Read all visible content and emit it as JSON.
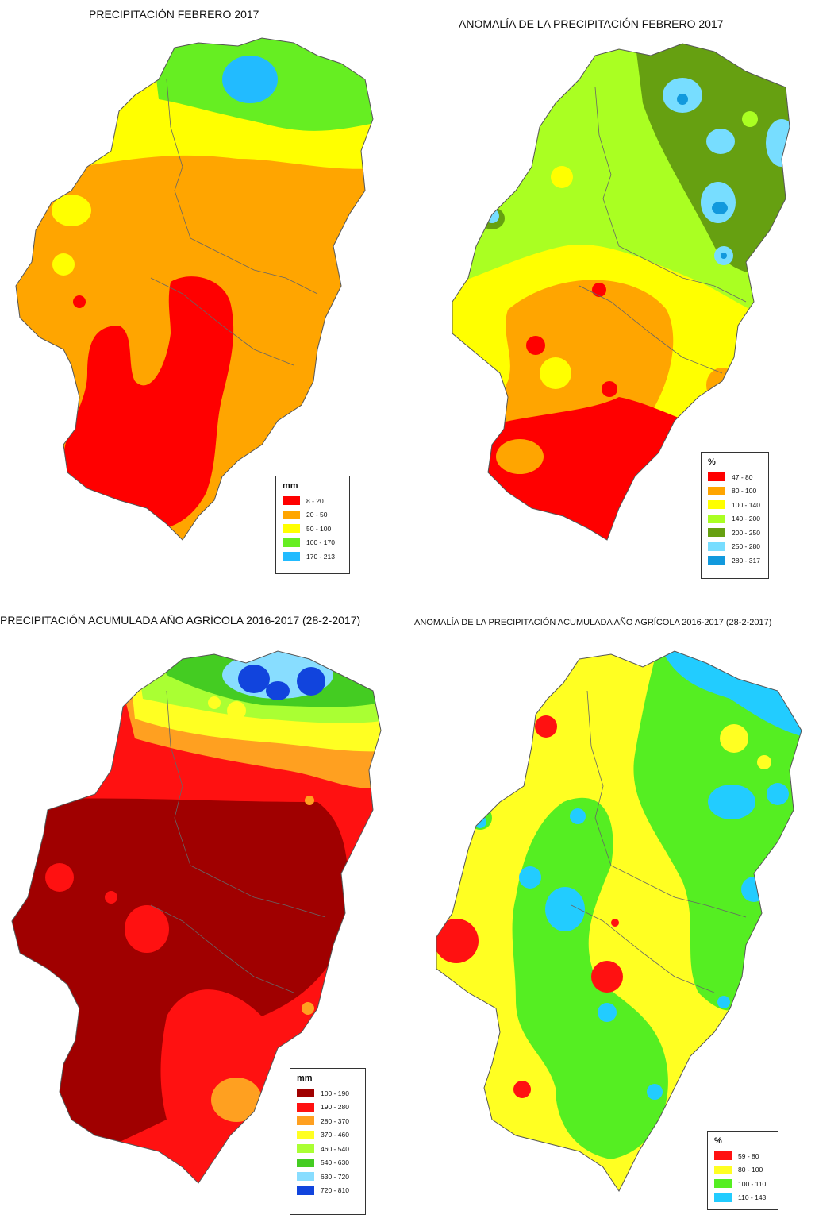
{
  "panels": [
    {
      "title": "PRECIPITACIÓN FEBRERO 2017",
      "legend": {
        "unit": "mm",
        "classes": [
          {
            "label": "8 -  20",
            "color": "#ff0000"
          },
          {
            "label": "20 -  50",
            "color": "#ffa500"
          },
          {
            "label": "50 - 100",
            "color": "#ffff00"
          },
          {
            "label": "100 - 170",
            "color": "#66ee22"
          },
          {
            "label": "170 - 213",
            "color": "#22bbff"
          }
        ]
      }
    },
    {
      "title": "ANOMALÍA DE LA PRECIPITACIÓN FEBRERO 2017",
      "legend": {
        "unit": "%",
        "classes": [
          {
            "label": "47 -  80",
            "color": "#ff0000"
          },
          {
            "label": "80 - 100",
            "color": "#ffa500"
          },
          {
            "label": "100 - 140",
            "color": "#ffff00"
          },
          {
            "label": "140 - 200",
            "color": "#aaff22"
          },
          {
            "label": "200 - 250",
            "color": "#66a011"
          },
          {
            "label": "250 - 280",
            "color": "#77ddff"
          },
          {
            "label": "280 - 317",
            "color": "#1199dd"
          }
        ]
      }
    },
    {
      "title": "PRECIPITACIÓN ACUMULADA AÑO AGRÍCOLA 2016-2017 (28-2-2017)",
      "legend": {
        "unit": "mm",
        "classes": [
          {
            "label": "100 - 190",
            "color": "#a00000"
          },
          {
            "label": "190 - 280",
            "color": "#ff1111"
          },
          {
            "label": "280 - 370",
            "color": "#ffa020"
          },
          {
            "label": "370 - 460",
            "color": "#ffff22"
          },
          {
            "label": "460 - 540",
            "color": "#aaff33"
          },
          {
            "label": "540 - 630",
            "color": "#44cc22"
          },
          {
            "label": "630 - 720",
            "color": "#88ddff"
          },
          {
            "label": "720 - 810",
            "color": "#1144dd"
          }
        ]
      }
    },
    {
      "title": "ANOMALÍA DE LA PRECIPITACIÓN ACUMULADA AÑO AGRÍCOLA 2016-2017 (28-2-2017)",
      "legend": {
        "unit": "%",
        "classes": [
          {
            "label": "59 -  80",
            "color": "#ff1111"
          },
          {
            "label": "80 - 100",
            "color": "#ffff22"
          },
          {
            "label": "100 - 110",
            "color": "#55ee22"
          },
          {
            "label": "110 - 143",
            "color": "#22ccff"
          }
        ]
      }
    }
  ]
}
